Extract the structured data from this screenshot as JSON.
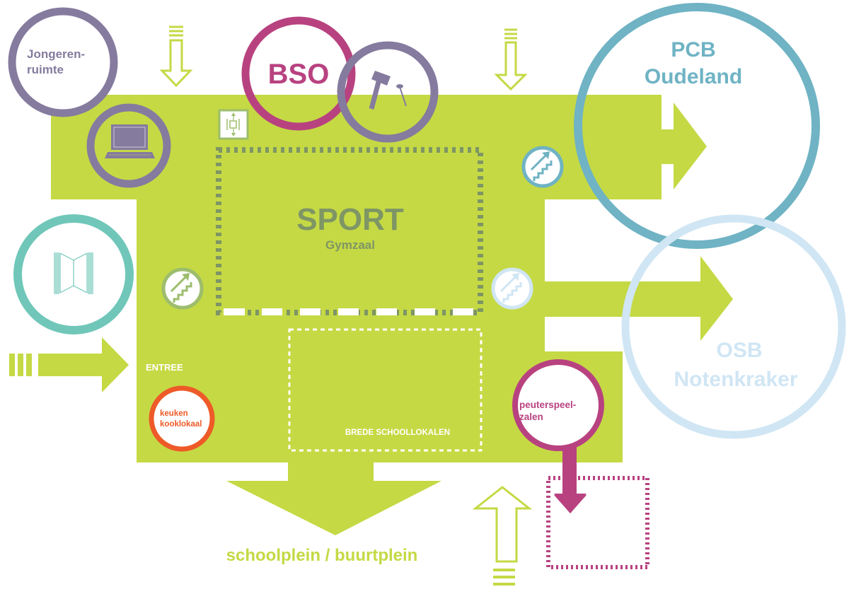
{
  "colors": {
    "lime": "#c5d944",
    "sport_gray": "#7e9565",
    "purple": "#857b9e",
    "magenta": "#b84280",
    "teal_dark": "#6fb3c4",
    "teal_green": "#70c7b9",
    "light_blue": "#d0e6f4",
    "orange": "#ee5a28",
    "white": "#ffffff"
  },
  "labels": {
    "jongerenruimte": [
      "Jongeren-",
      "ruimte"
    ],
    "bso": "BSO",
    "pcb": [
      "PCB",
      "Oudeland"
    ],
    "osb": [
      "OSB",
      "Notenkraker"
    ],
    "sport_title": "SPORT",
    "sport_subtitle": "Gymzaal",
    "entree": "ENTREE",
    "keuken": [
      "keuken",
      "kooklokaal"
    ],
    "brede_school": "BREDE SCHOOLLOKALEN",
    "peuterspeelzalen": [
      "peuterspeel-",
      "zalen"
    ],
    "schoolplein": "schoolplein / buurtplein"
  },
  "icons": {
    "laptop": "laptop-icon",
    "hammer": "hammer-nail-icon",
    "library": "open-book-icon",
    "stairs": "stairs-up-icon",
    "elevator": "elevator-icon",
    "entrance_arrow": "arrow-right-icon",
    "inflow_arrow": "arrow-down-outline-icon",
    "exit_arrow": "arrow-up-outline-icon"
  }
}
